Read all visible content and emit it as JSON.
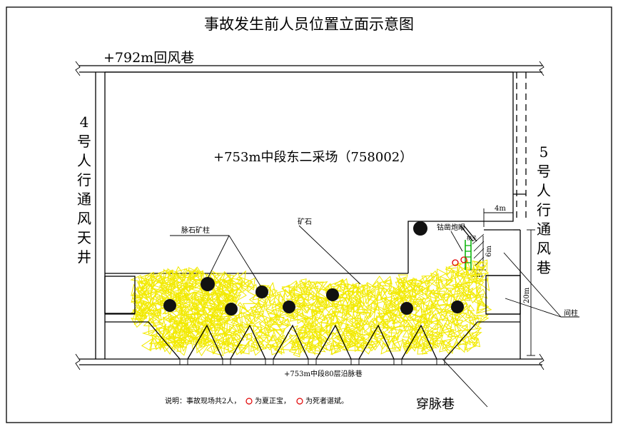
{
  "title": "事故发生前人员位置立面示意图",
  "labels": {
    "top_drift": "+792m回风巷",
    "stope": "+753m中段东二采场（758002）",
    "bottom_drift": "+753m中段80层沿脉巷",
    "cross_drift": "穿脉巷",
    "vein_pillar": "脉石矿柱",
    "ore": "矿石",
    "drill_hole": "钴凿炮眼",
    "ladder": "梯子",
    "pillar": "间柱",
    "dim_4m": "4m",
    "dim_6m": "6m",
    "dim_2m": "2m",
    "dim_20m": "20m"
  },
  "left_shaft": [
    "4",
    "号",
    "人",
    "行",
    "通",
    "风",
    "天",
    "井"
  ],
  "right_drift": [
    "5",
    "号",
    "人",
    "行",
    "通",
    "风",
    "巷"
  ],
  "note": {
    "prefix": "说明：事故现场共2人，",
    "person1": "为夏正宝，",
    "person2": "为死者谌斌。"
  },
  "colors": {
    "ore": "#f2ea00",
    "person_marker": "#e00000",
    "ladder": "#00b000",
    "pillar_fill": "#111111"
  }
}
